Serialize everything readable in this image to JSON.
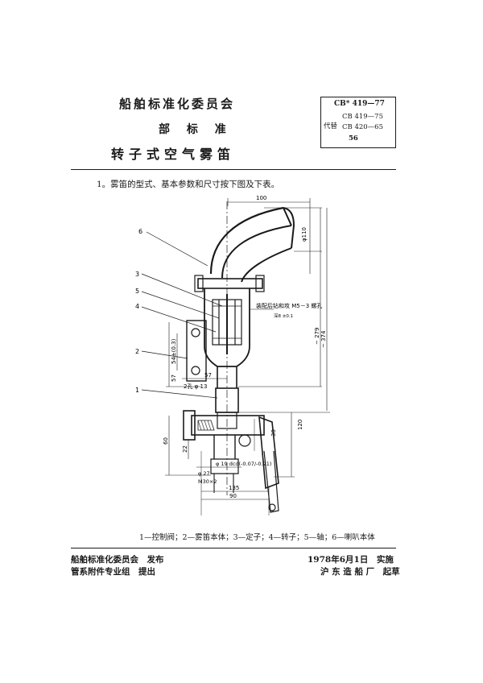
{
  "header": {
    "org": "船舶标准化委员会",
    "sub": "部 标 准",
    "title": "转子式空气雾笛",
    "code_main": "CB* 419—77",
    "replace_label": "代替",
    "replace_1": "CB 419—75",
    "replace_2": "CB 420—65",
    "class_no": "56"
  },
  "body": {
    "intro": "1。雾笛的型式、基本参数和尺寸按下图及下表。",
    "caption": "1—控制阀；2—雾笛本体；3—定子；4—转子；5—轴；6—喇叭本体"
  },
  "drawing": {
    "part_numbers": [
      "6",
      "3",
      "5",
      "4",
      "2",
      "1"
    ],
    "dimensions": {
      "d100": "100",
      "d110": "φ110",
      "d279": "~ 279",
      "d374": "~ 374",
      "d120": "120",
      "d57v": "57",
      "d54": "54±(0.3)",
      "d57h": "57",
      "holes": "2孔 φ 13",
      "d60": "60",
      "d22": "22",
      "d27": "φ 27",
      "m30": "M30×2",
      "d19": "φ 19 dcd(-0.07/-0.21)",
      "d30": "30",
      "d135": "135",
      "d90": "90"
    },
    "note": "装配后钻和攻 M5－3 螺孔",
    "note2": "深8 ±0.1"
  },
  "footer": {
    "left1": "船舶标准化委员会　发布",
    "left2": "管系附件专业组　提出",
    "right1": "1978年6月1日　实施",
    "right2": "沪 东 造 船 厂　起草"
  }
}
